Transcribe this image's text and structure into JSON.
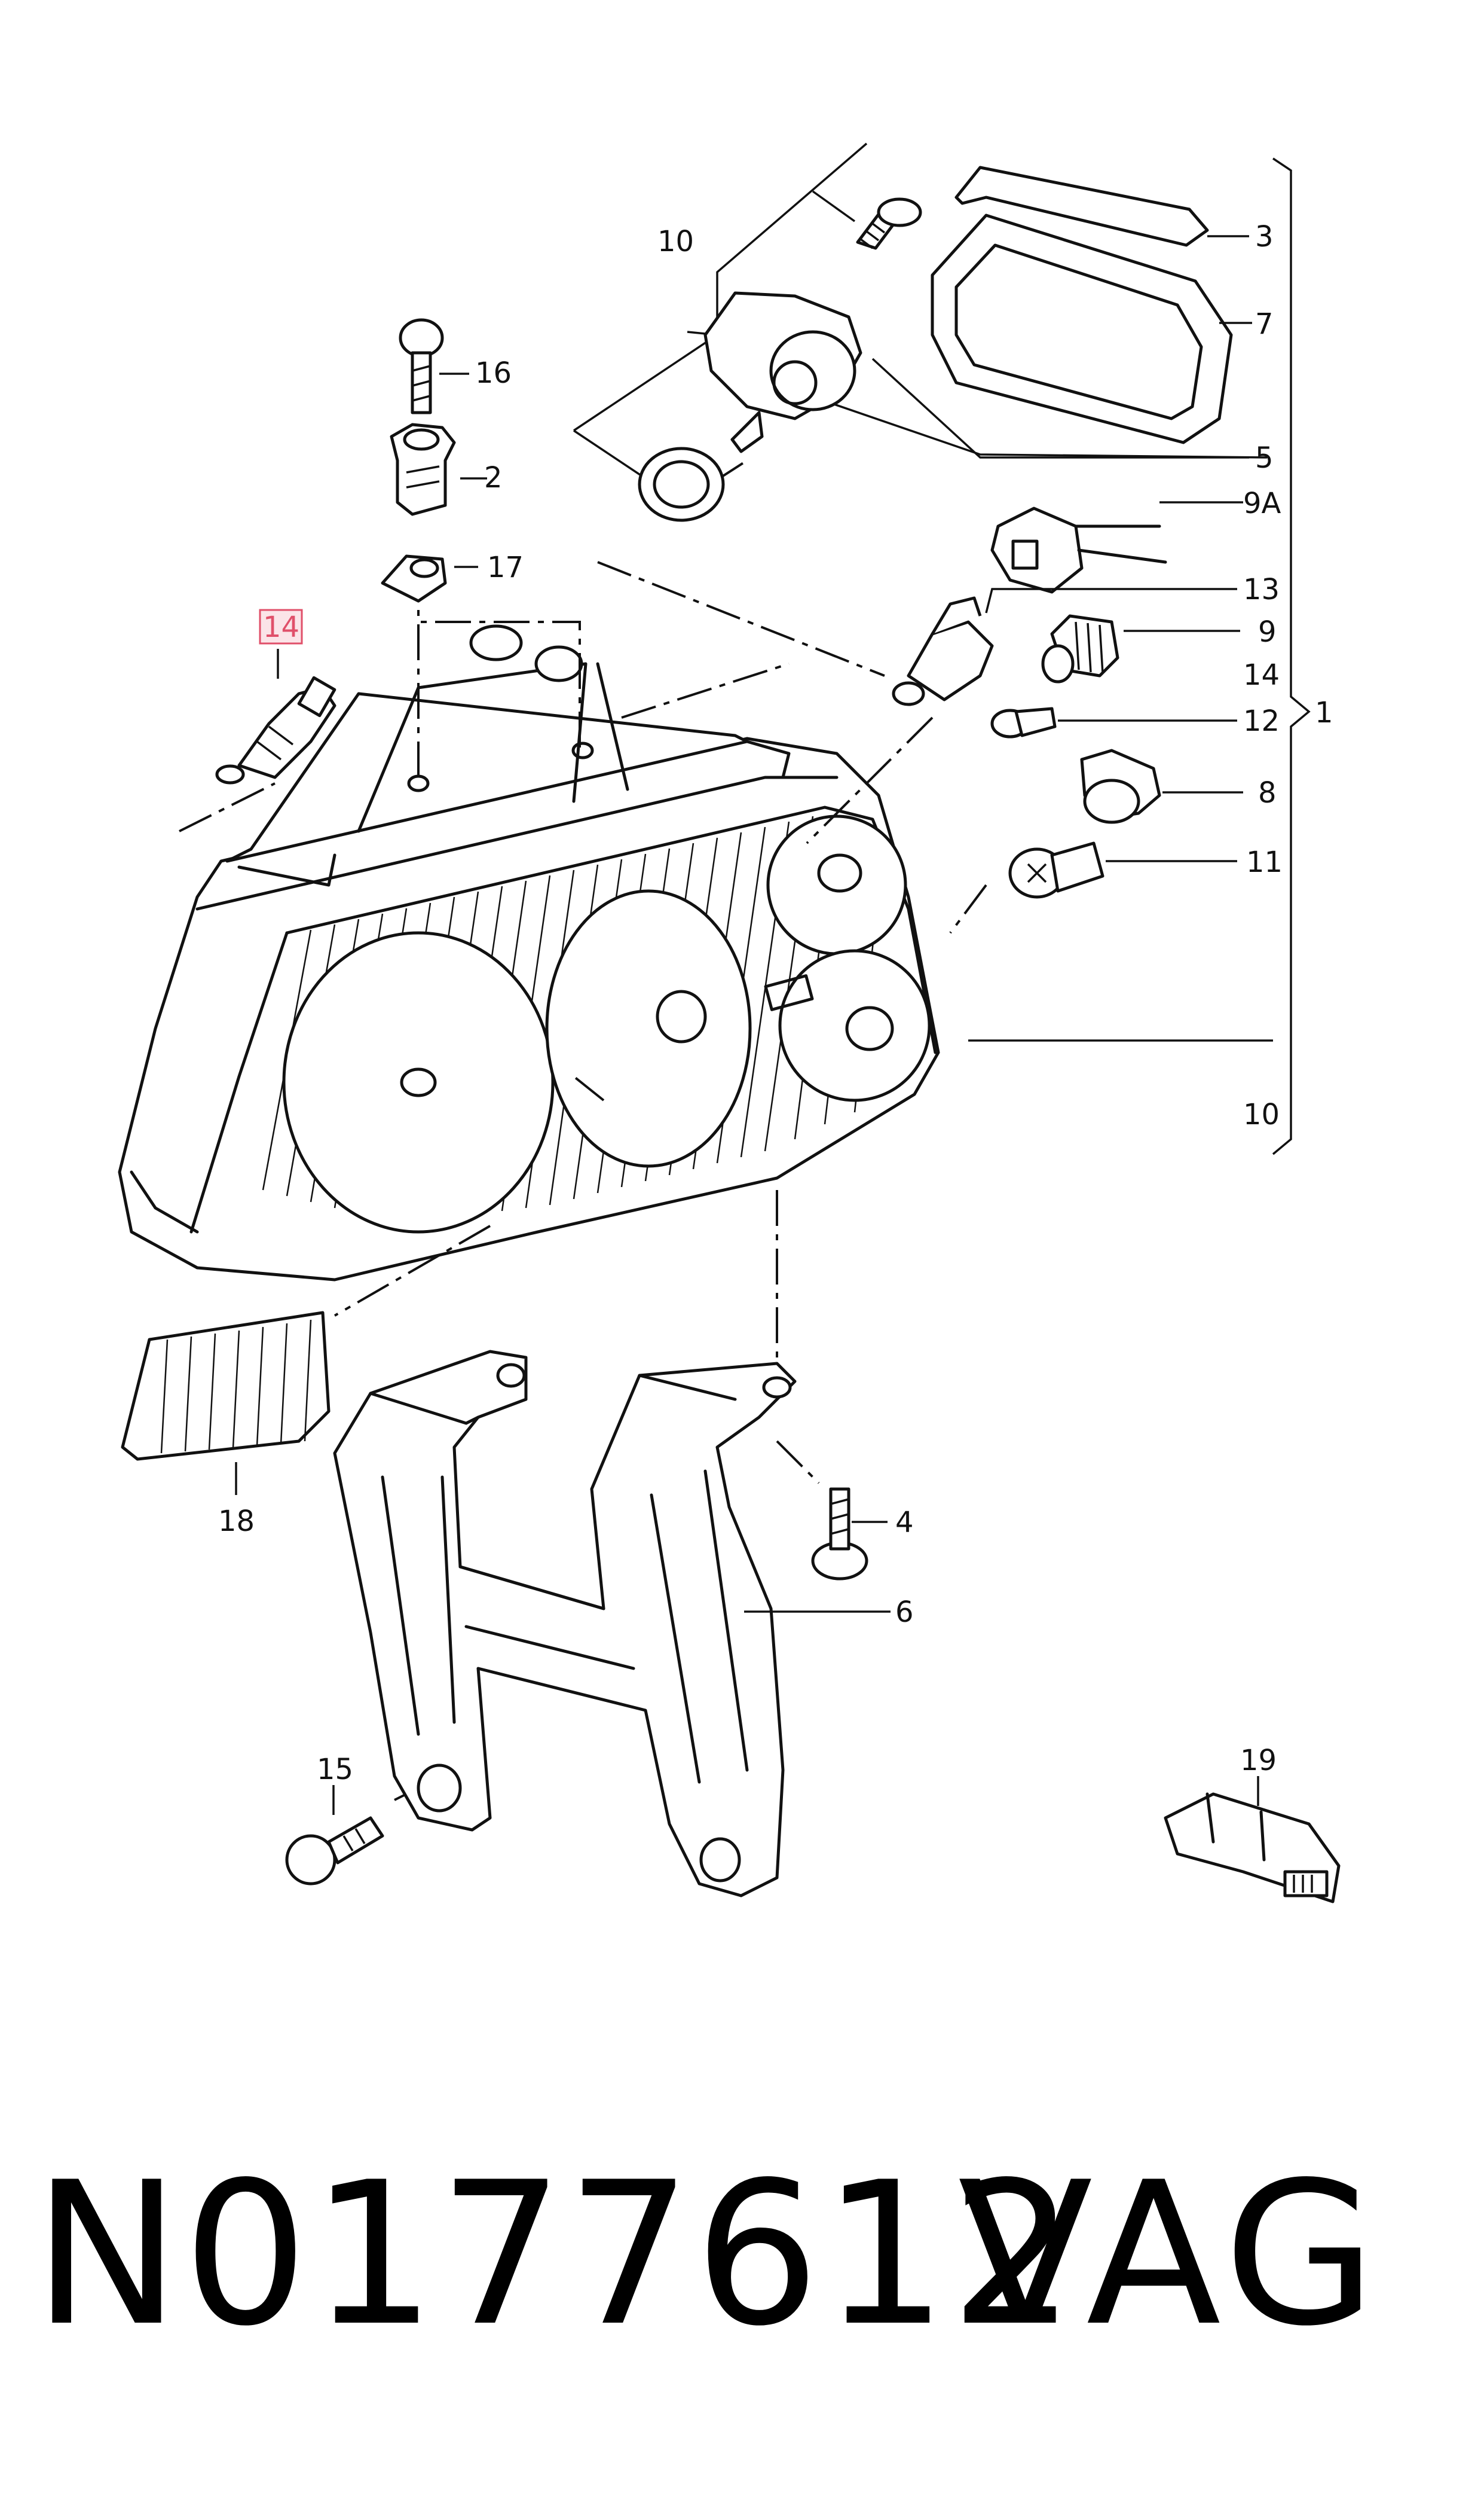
{
  "callouts": {
    "c1": "1",
    "c2": "2",
    "c3": "3",
    "c4": "4",
    "c5": "5",
    "c6": "6",
    "c7": "7",
    "c8": "8",
    "c9": "9",
    "c9a": "9A",
    "c10_top": "10",
    "c10_right": "10",
    "c11": "11",
    "c12": "12",
    "c13": "13",
    "c14_highlight": "14",
    "c14_right": "14",
    "c15": "15",
    "c16": "16",
    "c17": "17",
    "c18": "18",
    "c19": "19"
  },
  "highlight": {
    "part": "14",
    "color": "#e0506a",
    "fill": "#fbe4e8"
  },
  "footer": {
    "part_number": "N0177612",
    "brand": "VAG"
  }
}
